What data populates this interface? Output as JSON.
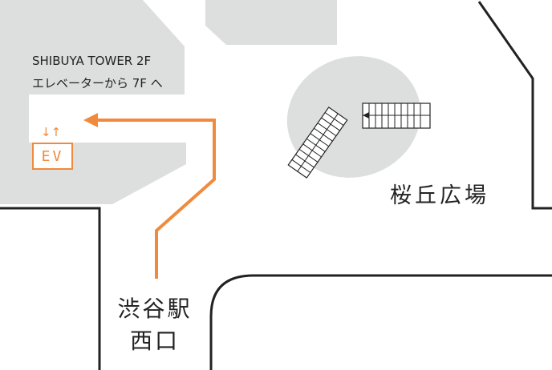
{
  "building": {
    "name": "SHIBUYA TOWER 2F",
    "direction": "エレベーターから 7F へ"
  },
  "elevator": {
    "label": "EV",
    "arrows": "↓↑"
  },
  "plaza": {
    "name": "桜丘広場"
  },
  "station": {
    "line1": "渋谷駅",
    "line2": "西口"
  },
  "colors": {
    "route": "#f08a3c",
    "building_fill": "#dcdfdd",
    "road_line": "#222222",
    "background": "#ffffff"
  }
}
